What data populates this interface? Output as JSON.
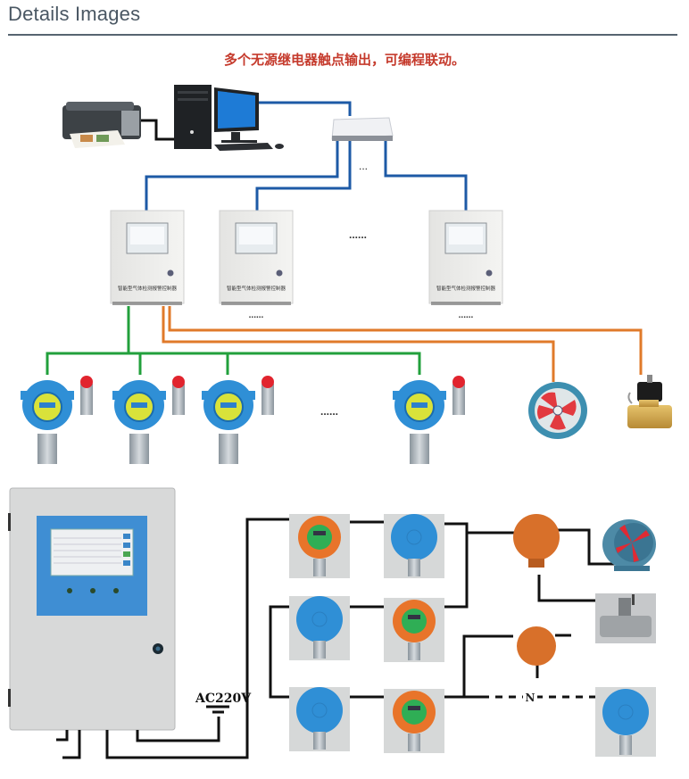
{
  "header": {
    "title": "Details Images"
  },
  "diagram": {
    "caption": "多个无源继电器触点输出，可编程联动。",
    "top_section": {
      "devices": [
        "printer",
        "computer",
        "network-hub"
      ],
      "hub_ellipsis": "...",
      "controllers": [
        {
          "label": "智能型气体检测报警控制器",
          "sub_ellipsis": ""
        },
        {
          "label": "智能型气体检测报警控制器",
          "sub_ellipsis": "......"
        },
        {
          "label": "智能型气体检测报警控制器",
          "sub_ellipsis": "......"
        }
      ],
      "controllers_ellipsis": "......",
      "detectors_ellipsis": "......",
      "outputs": [
        "exhaust-fan",
        "solenoid-valve"
      ]
    },
    "bottom_section": {
      "power_label": "AC220V",
      "chain_label": "N",
      "colors": {
        "bus_blue": "#1d5aa6",
        "bus_green": "#22a03c",
        "relay_orange": "#e07a2a",
        "wire_black": "#111111",
        "detector_blue": "#2f8fd6",
        "detector_orange": "#e8742a"
      }
    }
  }
}
